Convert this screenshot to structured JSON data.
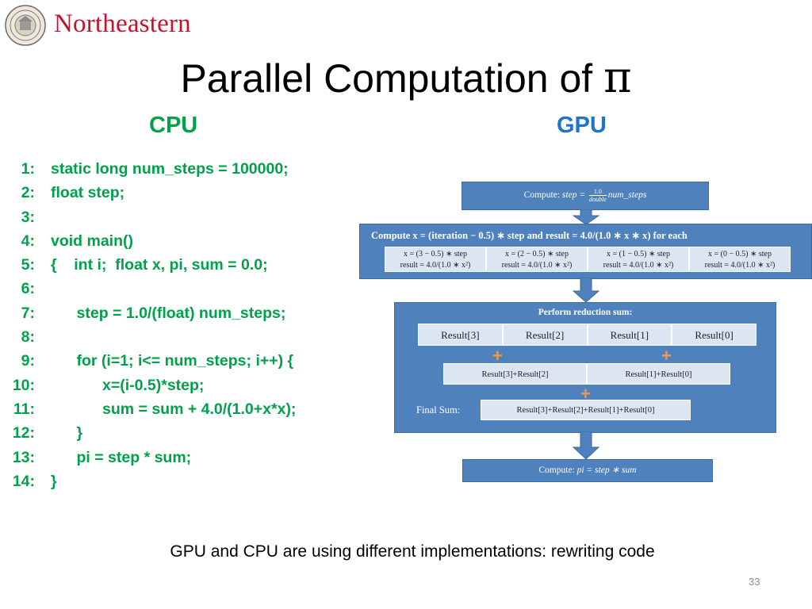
{
  "header": {
    "logo_text": "Northeastern",
    "title": "Parallel Computation of ",
    "title_symbol": "π",
    "cpu_label": "CPU",
    "gpu_label": "GPU"
  },
  "code": [
    {
      "num": "1:",
      "text": "static long num_steps = 100000;"
    },
    {
      "num": "2:",
      "text": "float step;"
    },
    {
      "num": "3:",
      "text": ""
    },
    {
      "num": "4:",
      "text": "void main()"
    },
    {
      "num": "5:",
      "text": "{    int i;  float x, pi, sum = 0.0;"
    },
    {
      "num": "6:",
      "text": ""
    },
    {
      "num": "7:",
      "text": "      step = 1.0/(float) num_steps;"
    },
    {
      "num": "8:",
      "text": ""
    },
    {
      "num": "9:",
      "text": "      for (i=1; i<= num_steps; i++) {"
    },
    {
      "num": "10:",
      "text": "            x=(i-0.5)*step;"
    },
    {
      "num": "11:",
      "text": "            sum = sum + 4.0/(1.0+x*x);"
    },
    {
      "num": "12:",
      "text": "      }"
    },
    {
      "num": "13:",
      "text": "      pi = step * sum;"
    },
    {
      "num": "14:",
      "text": "}"
    }
  ],
  "diagram": {
    "step_box": {
      "prefix": "Compute: ",
      "lhs": "step = ",
      "numerator": "1.0",
      "denominator": "double",
      "rhs": "num_steps"
    },
    "compute_box": {
      "label": "Compute x = (iteration − 0.5) ∗ step and result = 4.0/(1.0 ∗ x ∗ x) for each",
      "cells": [
        {
          "x": "x = (3 − 0.5) ∗ step",
          "result": "result = 4.0/(1.0 ∗ x²)"
        },
        {
          "x": "x = (2 − 0.5) ∗ step",
          "result": "result = 4.0/(1.0 ∗ x²)"
        },
        {
          "x": "x = (1 − 0.5) ∗ step",
          "result": "result = 4.0/(1.0 ∗ x²)"
        },
        {
          "x": "x = (0 − 0.5) ∗ step",
          "result": "result = 4.0/(1.0 ∗ x²)"
        }
      ]
    },
    "reduction_box": {
      "title": "Perform reduction sum:",
      "results": [
        "Result[3]",
        "Result[2]",
        "Result[1]",
        "Result[0]"
      ],
      "pairs": [
        "Result[3]+Result[2]",
        "Result[1]+Result[0]"
      ],
      "final_label": "Final Sum:",
      "final_value": "Result[3]+Result[2]+Result[1]+Result[0]",
      "plus_symbol": "+"
    },
    "pi_box": {
      "prefix": "Compute: ",
      "formula": "pi = step ∗ sum"
    }
  },
  "footer": {
    "caption": "GPU and CPU are using different implementations:  rewriting code",
    "slide_number": "33"
  }
}
